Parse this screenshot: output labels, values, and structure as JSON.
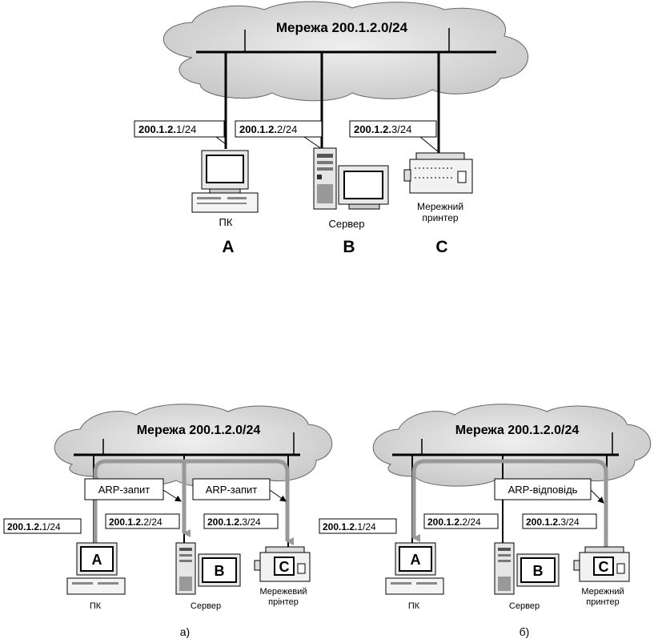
{
  "diagram_top": {
    "network_label": "Мережа 200.1.2.0/24",
    "hosts": [
      {
        "ip_prefix": "200.1.2.",
        "ip_suffix": "1/24",
        "device_label": "ПК",
        "letter": "A"
      },
      {
        "ip_prefix": "200.1.2.",
        "ip_suffix": "2/24",
        "device_label": "Сервер",
        "letter": "B"
      },
      {
        "ip_prefix": "200.1.2.",
        "ip_suffix": "3/24",
        "device_label_line1": "Мережний",
        "device_label_line2": "принтер",
        "letter": "C"
      }
    ]
  },
  "diagram_a": {
    "network_label": "Мережа 200.1.2.0/24",
    "arp_labels": [
      "ARP-запит",
      "ARP-запит"
    ],
    "hosts": [
      {
        "ip_prefix": "200.1.2.",
        "ip_suffix": "1/24",
        "device_label": "ПК",
        "letter": "A"
      },
      {
        "ip_prefix": "200.1.2.",
        "ip_suffix": "2/24",
        "device_label": "Сервер",
        "letter": "B"
      },
      {
        "ip_prefix": "200.1.2.",
        "ip_suffix": "3/24",
        "device_label_line1": "Мережевий",
        "device_label_line2": "прінтер",
        "letter": "C"
      }
    ],
    "caption": "а)"
  },
  "diagram_b": {
    "network_label": "Мережа 200.1.2.0/24",
    "arp_label": "ARP-відповідь",
    "hosts": [
      {
        "ip_prefix": "200.1.2.",
        "ip_suffix": "1/24",
        "device_label": "ПК",
        "letter": "A"
      },
      {
        "ip_prefix": "200.1.2.",
        "ip_suffix": "2/24",
        "device_label": "Сервер",
        "letter": "B"
      },
      {
        "ip_prefix": "200.1.2.",
        "ip_suffix": "3/24",
        "device_label_line1": "Мережний",
        "device_label_line2": "принтер",
        "letter": "C"
      }
    ],
    "caption": "б)"
  }
}
